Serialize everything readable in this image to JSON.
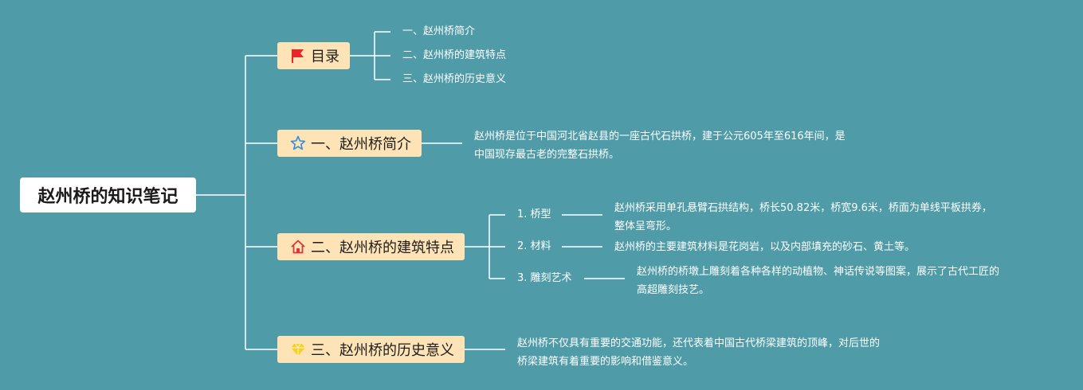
{
  "root": {
    "title": "赵州桥的知识笔记"
  },
  "branches": [
    {
      "label": "目录",
      "icon": "flag-icon",
      "children": [
        "一、赵州桥简介",
        "二、赵州桥的建筑特点",
        "三、赵州桥的历史意义"
      ]
    },
    {
      "label": "一、赵州桥简介",
      "icon": "star-outline-icon",
      "note": [
        "赵州桥是位于中国河北省赵县的一座古代石拱桥，建于公元605年至616年间，是",
        "中国现存最古老的完整石拱桥。"
      ]
    },
    {
      "label": "二、赵州桥的建筑特点",
      "icon": "home-icon",
      "subtopics": [
        {
          "label": "1. 桥型",
          "note": [
            "赵州桥采用单孔悬臂石拱结构，桥长50.82米，桥宽9.6米，桥面为单线平板拱券，",
            "整体呈弯形。"
          ]
        },
        {
          "label": "2. 材料",
          "note": [
            "赵州桥的主要建筑材料是花岗岩，以及内部填充的砂石、黄土等。"
          ]
        },
        {
          "label": "3. 雕刻艺术",
          "note": [
            "赵州桥的桥墩上雕刻着各种各样的动植物、神话传说等图案，展示了古代工匠的",
            "高超雕刻技艺。"
          ]
        }
      ]
    },
    {
      "label": "三、赵州桥的历史意义",
      "icon": "diamond-icon",
      "note": [
        "赵州桥不仅具有重要的交通功能，还代表着中国古代桥梁建筑的顶峰，对后世的",
        "桥梁建筑有着重要的影响和借鉴意义。"
      ]
    }
  ],
  "colors": {
    "background": "#4f9ca8",
    "branch_fill": "#fde3b5",
    "line": "#ffffff",
    "flag": "#e8262a",
    "star": "#2f8ee0",
    "home": "#d9363e",
    "diamond": "#f6cf2a"
  }
}
